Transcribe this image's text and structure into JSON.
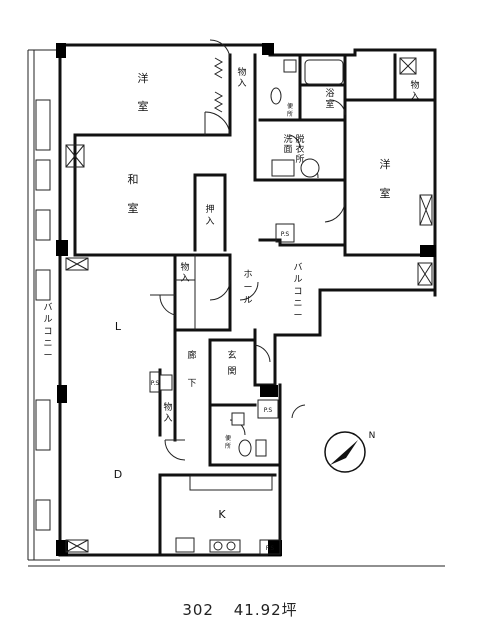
{
  "caption": {
    "unit": "302",
    "area": "41.92坪"
  },
  "plan": {
    "rooms": {
      "western_room_1": [
        "洋",
        "室"
      ],
      "japanese_room": [
        "和",
        "室"
      ],
      "western_room_2": [
        "洋",
        "室"
      ],
      "closet_1": [
        "物",
        "入"
      ],
      "closet_2": [
        "押",
        "入"
      ],
      "closet_3": [
        "物",
        "入"
      ],
      "closet_4": [
        "物",
        "入"
      ],
      "closet_5": [
        "物",
        "入"
      ],
      "toilet_1": [
        "便",
        "所"
      ],
      "toilet_2": [
        "便",
        "所"
      ],
      "bathroom": [
        "浴",
        "室"
      ],
      "washroom": [
        "洗",
        "面",
        "脱",
        "衣",
        "所"
      ],
      "hall": [
        "ホ",
        "ー",
        "ル"
      ],
      "corridor": [
        "廊",
        "下"
      ],
      "entrance": [
        "玄",
        "関"
      ],
      "living": "L",
      "dining": "D",
      "kitchen": "K",
      "balcony_west": [
        "バ",
        "ル",
        "コ",
        "ニ",
        "ー"
      ],
      "balcony_east": [
        "バ",
        "ル",
        "コ",
        "ニ",
        "ー"
      ]
    },
    "marks": {
      "ps": "P.S",
      "north": "N"
    }
  }
}
